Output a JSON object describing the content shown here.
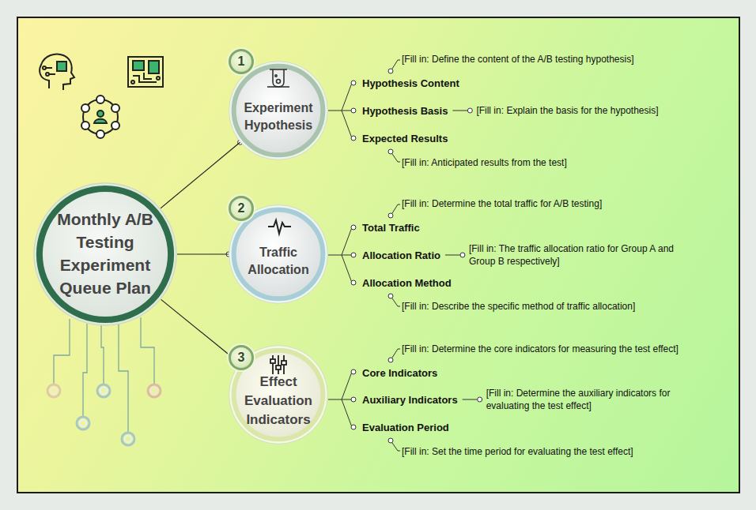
{
  "diagram": {
    "nodes": [
      {
        "text": [
          "Monthly A/B Testing Experiment Queue Plan"
        ]
      },
      {
        "text": [
          "Experiment Hypothesis"
        ]
      },
      {
        "text": [
          "Traffic Allocation"
        ]
      },
      {
        "text": [
          "Effect Evaluation Indicators"
        ]
      }
    ],
    "edges": [
      {
        "from": 0,
        "to": 1,
        "arrow": "none"
      },
      {
        "from": 0,
        "to": 2,
        "arrow": "none"
      },
      {
        "from": 0,
        "to": 3,
        "arrow": "none"
      }
    ],
    "labels": [
      "1",
      "[Fill in: Define the content of the A/B testing hypothesis]",
      "Hypothesis Content",
      "Hypothesis Basis",
      "[Fill in: Explain the basis for the hypothesis]",
      "Expected Results",
      "[Fill in: Anticipated results from the test]",
      "2",
      "[Fill in: Determine the total traffic for A/B testing]",
      "Total Traffic",
      "Allocation Ratio",
      "[Fill in: The traffic allocation ratio for Group A and Group B respectively]",
      "Allocation Method",
      "[Fill in: Describe the specific method of traffic allocation]",
      "3",
      "[Fill in: Determine the core indicators for measuring the test effect]",
      "Core Indicators",
      "Auxiliary Indicators",
      "[Fill in: Determine the auxiliary indicators for evaluating the test effect]",
      "Evaluation Period",
      "[Fill in: Set the time period for evaluating the test effect]"
    ]
  }
}
